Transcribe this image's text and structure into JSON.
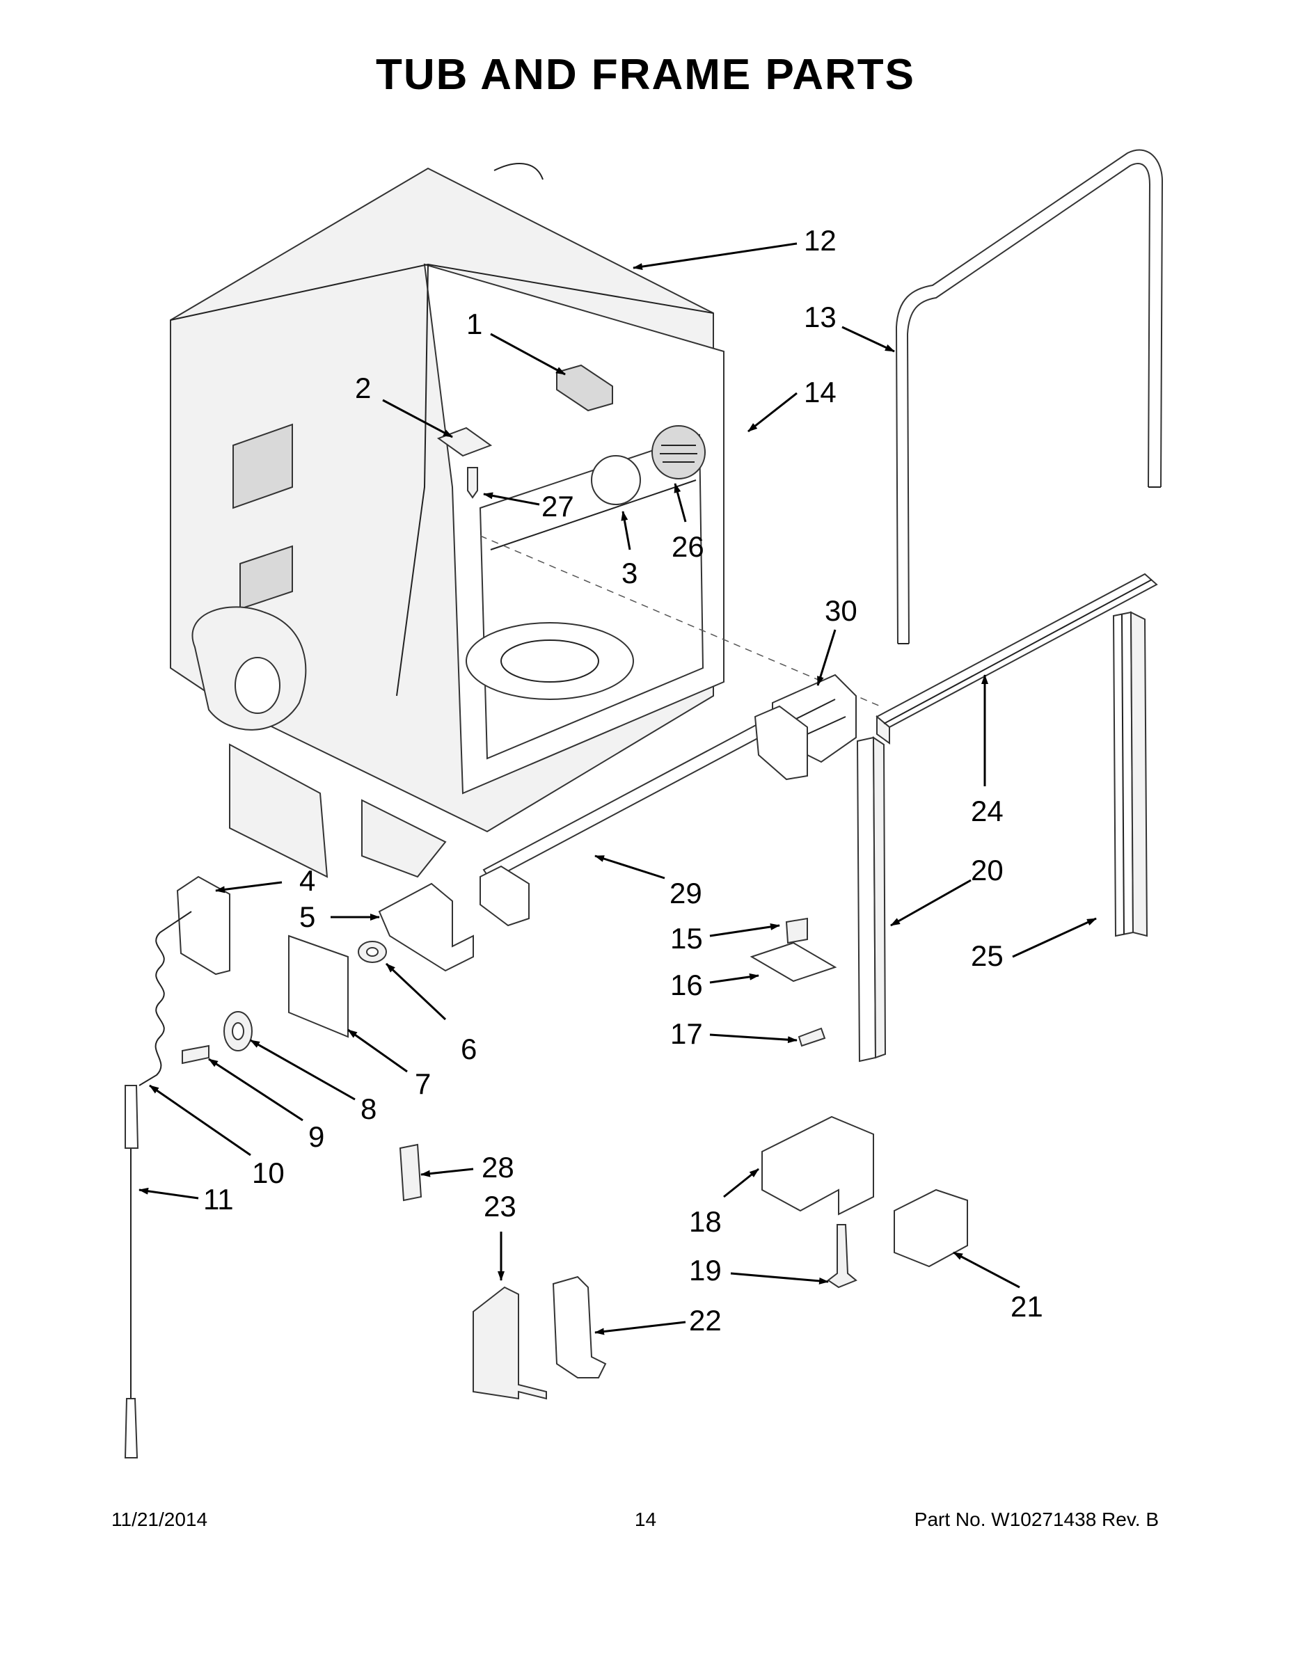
{
  "title": "TUB AND FRAME PARTS",
  "callouts": [
    "1",
    "2",
    "3",
    "4",
    "5",
    "6",
    "7",
    "8",
    "9",
    "10",
    "11",
    "12",
    "13",
    "14",
    "15",
    "16",
    "17",
    "18",
    "19",
    "20",
    "21",
    "22",
    "23",
    "24",
    "25",
    "26",
    "27",
    "28",
    "29",
    "30"
  ],
  "footer": {
    "date": "11/21/2014",
    "page": "14",
    "part_no": "Part No.  W10271438  Rev.  B"
  }
}
